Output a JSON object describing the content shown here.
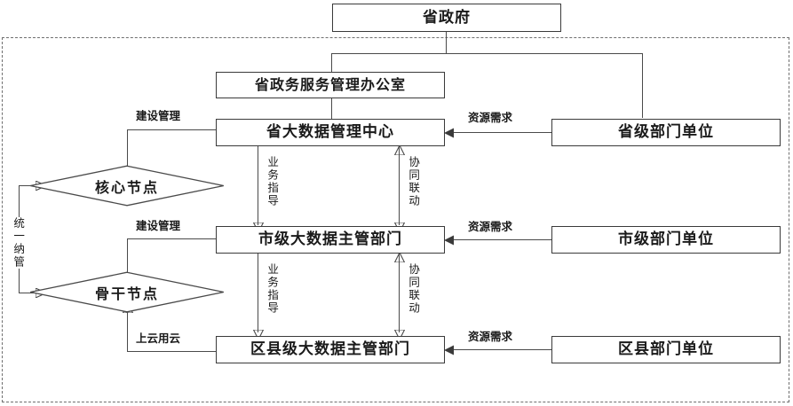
{
  "diagram": {
    "title_text": "省政府",
    "nodes": {
      "province_gov": "省政府",
      "province_service_office": "省政务服务管理办公室",
      "province_bigdata_center": "省大数据管理中心",
      "province_dept_unit": "省级部门单位",
      "city_bigdata_dept": "市级大数据主管部门",
      "city_dept_unit": "市级部门单位",
      "district_bigdata_dept": "区县级大数据主管部门",
      "district_dept_unit": "区县部门单位",
      "core_node": "核心节点",
      "backbone_node": "骨干节点"
    },
    "edge_labels": {
      "build_manage_top": "建设管理",
      "build_manage_mid": "建设管理",
      "cloud_adoption": "上云用云",
      "resource_demand_top": "资源需求",
      "resource_demand_mid": "资源需求",
      "resource_demand_bottom": "资源需求",
      "business_guidance_top": "业务指导",
      "business_guidance_bottom": "业务指导",
      "collaborative_linkage_top": "协同联动",
      "collaborative_linkage_bottom": "协同联动",
      "unified_management": "统一纳管"
    },
    "colors": {
      "box_border": "#3a3a3a",
      "line": "#4a4a4a",
      "frame_dash": "#6f6f6f",
      "text": "#1a1a1a",
      "background": "#ffffff"
    }
  }
}
